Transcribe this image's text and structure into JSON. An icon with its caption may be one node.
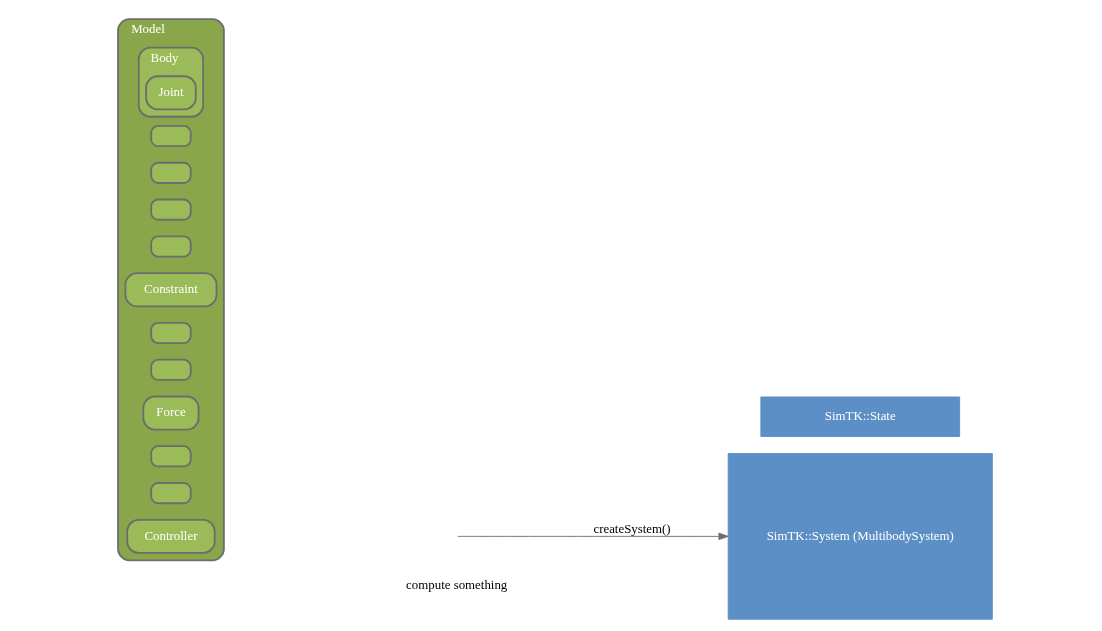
{
  "diagram": {
    "nodes": [
      {
        "text": [
          "Model"
        ]
      },
      {
        "text": [],
        "shape": "box",
        "in": 0
      },
      {
        "text": [],
        "shape": "box",
        "in": 0
      },
      {
        "text": [
          "Body"
        ],
        "in": 0
      },
      {
        "text": [
          "Joint"
        ],
        "in": 3
      },
      {
        "text": [],
        "shape": "box",
        "in": 0
      },
      {
        "text": [],
        "shape": "box",
        "in": 0
      },
      {
        "text": [
          "Constraint"
        ],
        "in": 0
      },
      {
        "text": [],
        "shape": "box",
        "in": 0
      },
      {
        "text": [],
        "shape": "box",
        "in": 0
      },
      {
        "text": [
          "Force"
        ],
        "in": 0
      },
      {
        "text": [],
        "shape": "box",
        "in": 0
      },
      {
        "text": [],
        "shape": "box",
        "in": 0
      },
      {
        "text": [
          "Controller"
        ],
        "in": 0
      },
      {
        "text": [
          "SimTK::System (MultibodySystem)"
        ]
      },
      {
        "text": [
          "SimTK::State"
        ]
      }
    ],
    "edges": [
      {
        "from": null,
        "to": 14,
        "arrow": "to",
        "label": "createSystem()"
      }
    ],
    "labels": [
      "compute something"
    ]
  }
}
